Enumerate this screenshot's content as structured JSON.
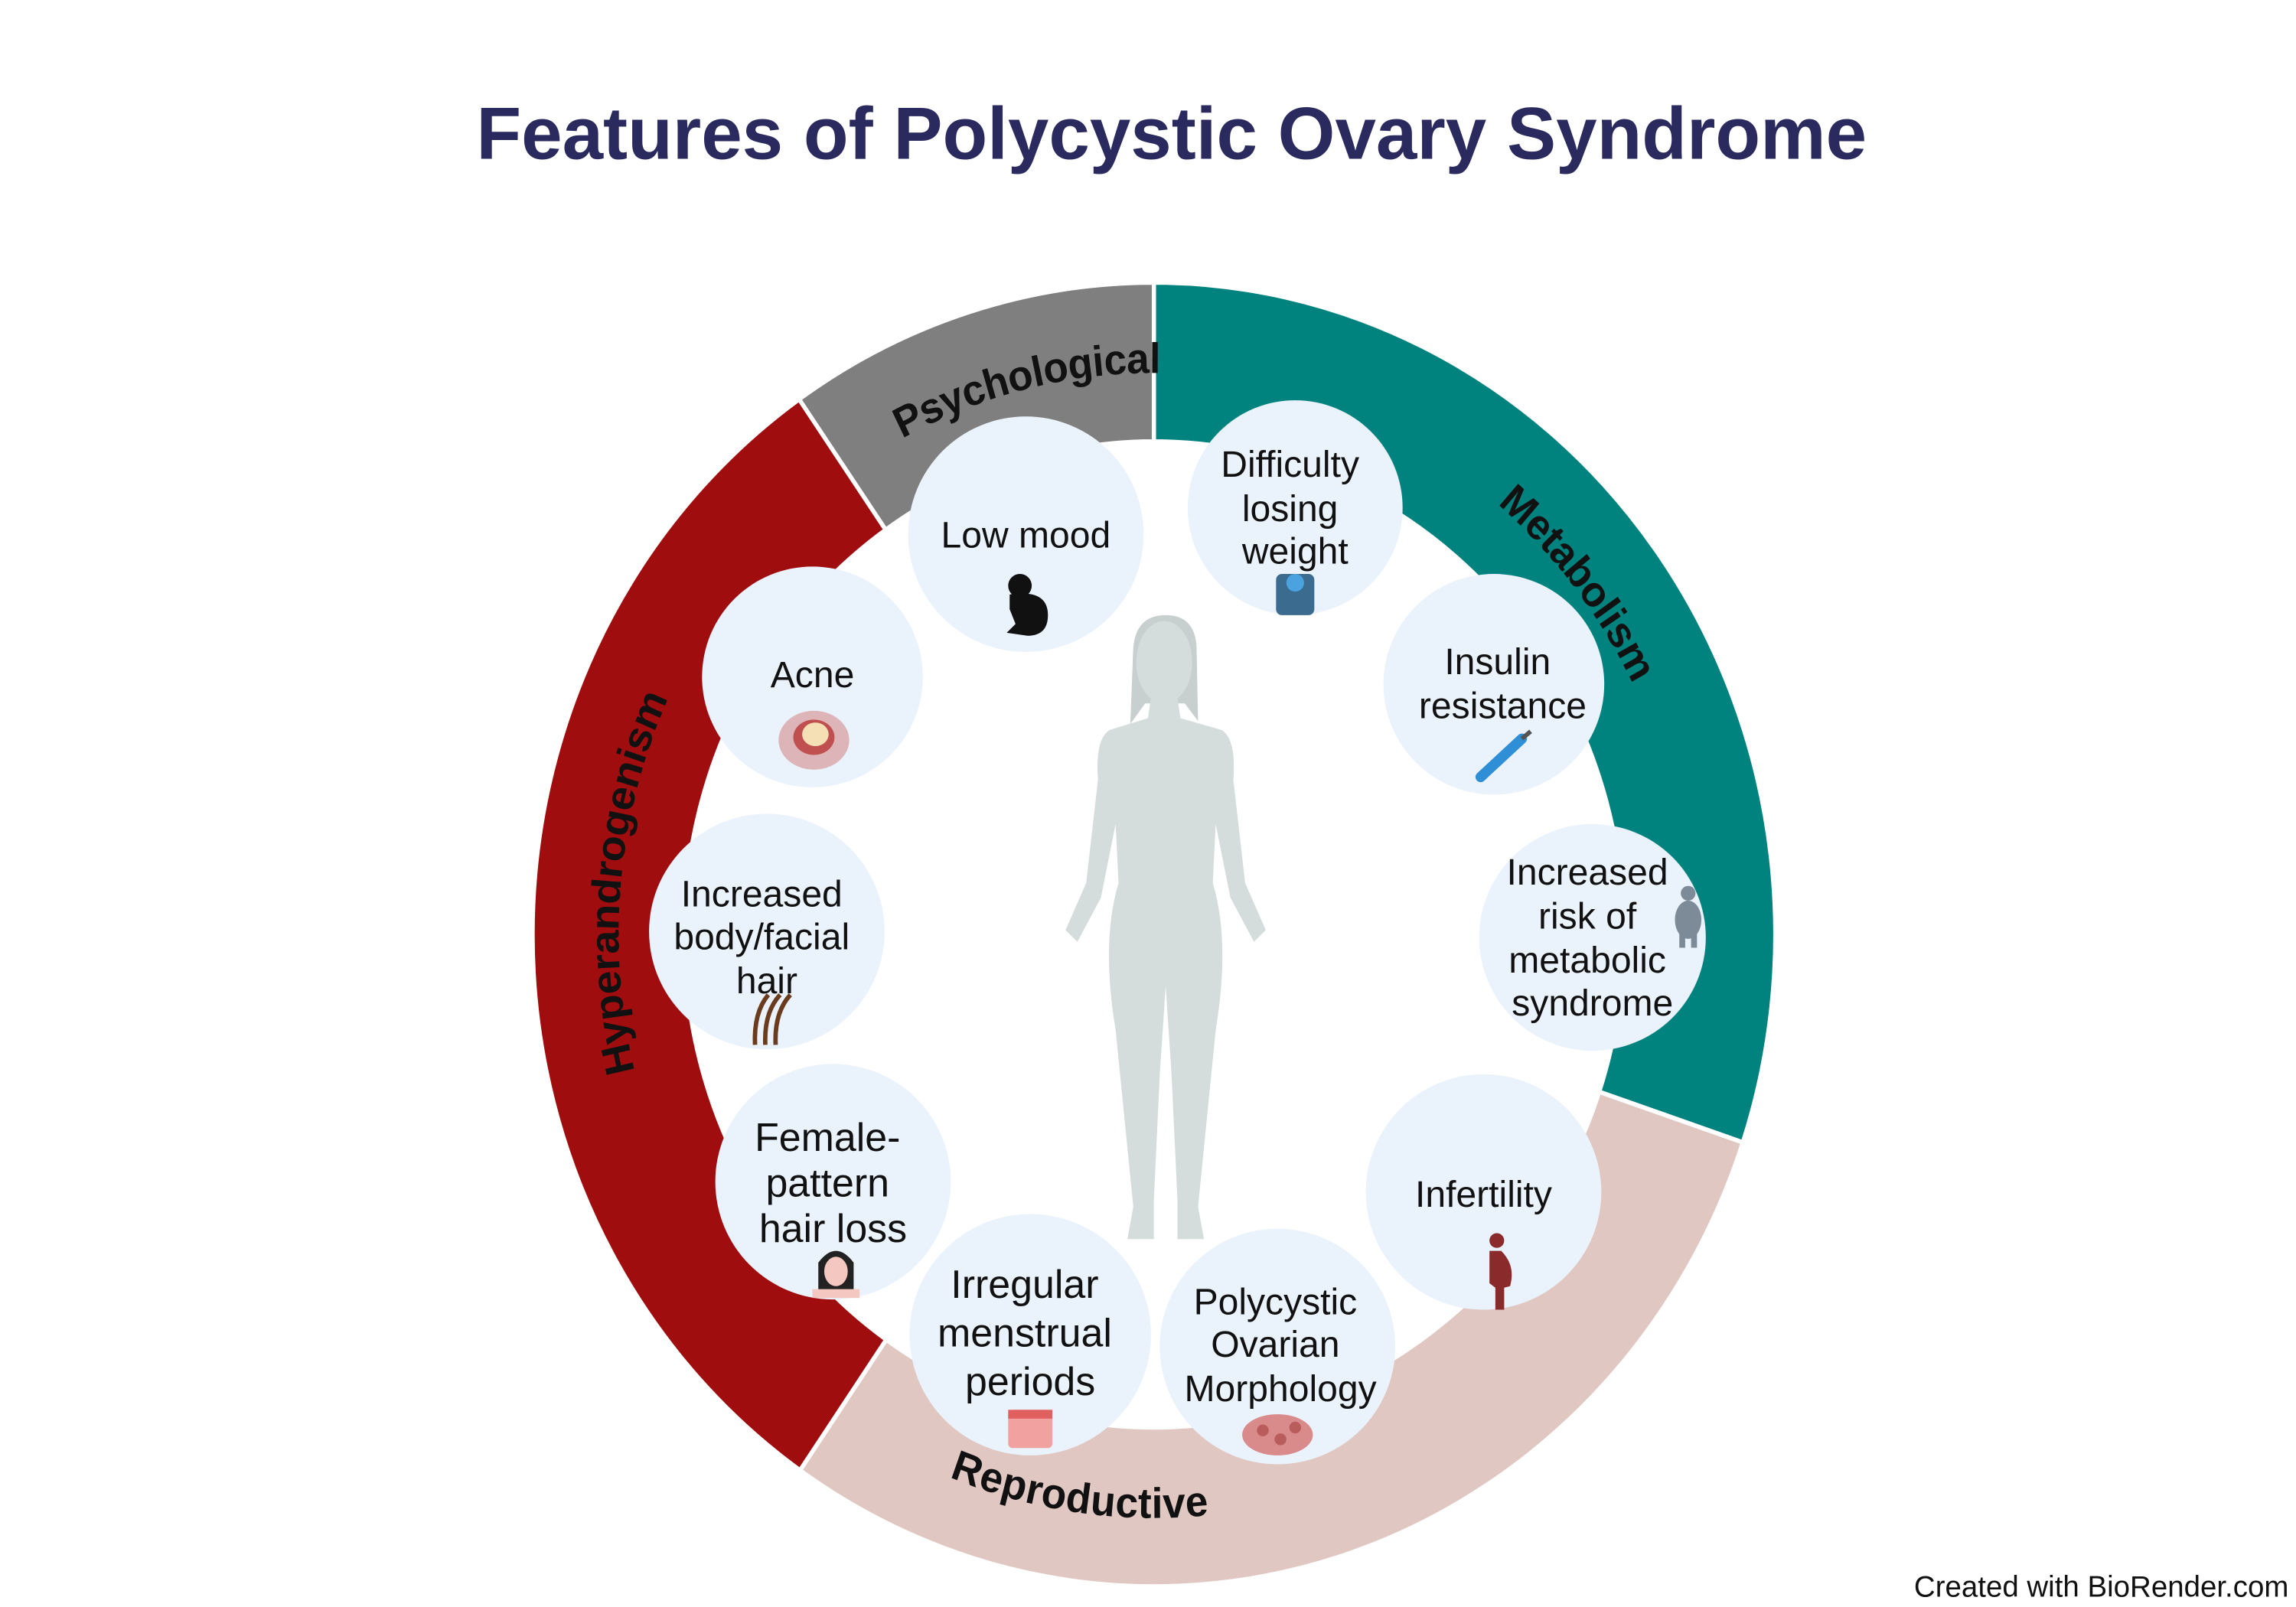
{
  "title": "Features of Polycystic Ovary Syndrome",
  "categories": [
    {
      "name": "Metabolism",
      "color": "#00827f"
    },
    {
      "name": "Reproductive",
      "color": "#e0c7c1"
    },
    {
      "name": "Hyperandrogenism",
      "color": "#a00d0f"
    },
    {
      "name": "Psychological",
      "color": "#7f7f7f"
    }
  ],
  "features": [
    {
      "lines": [
        "Low mood"
      ],
      "icon": "sad-person-icon"
    },
    {
      "lines": [
        "Difficulty",
        "losing",
        "weight"
      ],
      "icon": "weighing-scale-icon"
    },
    {
      "lines": [
        "Insulin",
        "resistance"
      ],
      "icon": "syringe-icon"
    },
    {
      "lines": [
        "Increased",
        "risk of",
        "metabolic",
        "syndrome"
      ],
      "icon": "obese-person-icon"
    },
    {
      "lines": [
        "Infertility"
      ],
      "icon": "pregnant-woman-icon"
    },
    {
      "lines": [
        "Polycystic",
        "Ovarian",
        "Morphology"
      ],
      "icon": "ovary-icon"
    },
    {
      "lines": [
        "Irregular",
        "menstrual",
        "periods"
      ],
      "icon": "calendar-icon"
    },
    {
      "lines": [
        "Female-",
        "pattern",
        "hair loss"
      ],
      "icon": "woman-head-icon"
    },
    {
      "lines": [
        "Increased",
        "body/facial",
        "hair"
      ],
      "icon": "hair-strands-icon"
    },
    {
      "lines": [
        "Acne"
      ],
      "icon": "pimple-icon"
    }
  ],
  "credit": "Created with BioRender.com"
}
